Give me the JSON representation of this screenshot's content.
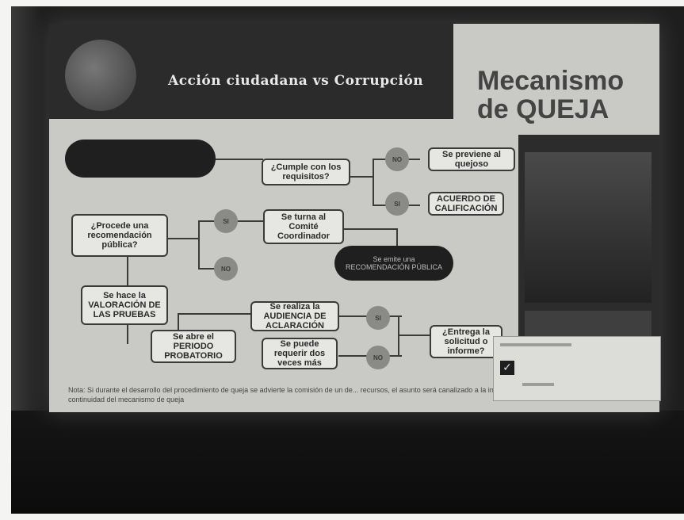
{
  "slide": {
    "title": "Acción ciudadana vs Corrupción",
    "mechanism_title_line1": "Mecanismo",
    "mechanism_title_line2": "de QUEJA"
  },
  "flowchart": {
    "start_pill": "",
    "cumple": "¿Cumple con los requisitos?",
    "circle_no_top": "NO",
    "circle_si_top": "SI",
    "previene": "Se previene al quejoso",
    "acuerdo": "ACUERDO DE CALIFICACIÓN",
    "procede": "¿Procede una recomendación pública?",
    "circle_si_mid": "SI",
    "circle_no_mid": "NO",
    "comite": "Se turna al Comité Coordinador",
    "emite_pill": "Se emite una RECOMENDACIÓN PÚBLICA",
    "valoracion": "Se hace la VALORACIÓN DE LAS PRUEBAS",
    "periodo": "Se abre el PERIODO PROBATORIO",
    "audiencia": "Se realiza la AUDIENCIA DE ACLARACIÓN",
    "requerir": "Se puede requerir dos veces más",
    "circle_si_low": "SI",
    "circle_no_low": "NO",
    "entrega": "¿Entrega la solicitud o informe?"
  },
  "note": "Nota: Si durante el desarrollo del procedimiento de queja se advierte la comisión de un de... recursos, el asunto será canalizado a la instancia competente con independencia de la continuidad del mecanismo de queja"
}
